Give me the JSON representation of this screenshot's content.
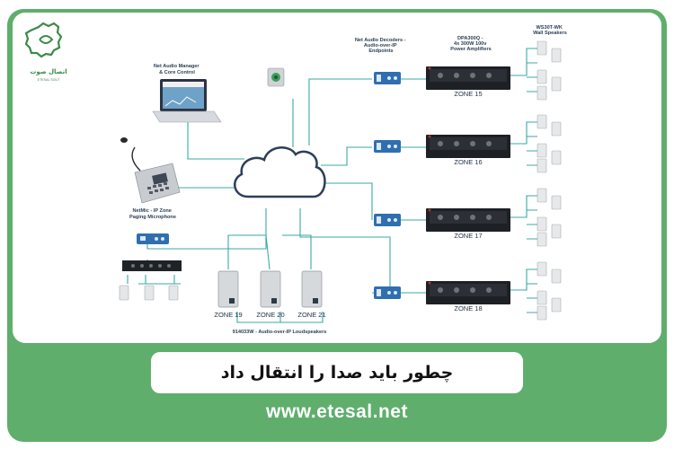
{
  "brand": {
    "logo_text_fa": "اتصال صوت",
    "logo_text_en": "ETESAL SOUT",
    "accent_color": "#5fae6c"
  },
  "diagram": {
    "label_audio_manager": [
      "Net Audio Manager",
      "& Core Control"
    ],
    "label_decoders": [
      "Net Audio Decoders -",
      "Audio-over-IP",
      "Endpoints"
    ],
    "label_amplifiers": [
      "DPA300Q -",
      "4x 300W 100v",
      "Power Amplifiers"
    ],
    "label_wall_speakers": [
      "WS30T-WK",
      "Wall Speakers"
    ],
    "label_netmic": [
      "NetMic - IP Zone",
      "Paging Microphone"
    ],
    "label_loudspeakers": "914033W - Audio-over-IP Loudspeakers",
    "amp_zones": [
      "ZONE 15",
      "ZONE 16",
      "ZONE 17",
      "ZONE 18"
    ],
    "speaker_zones": [
      "ZONE 19",
      "ZONE 20",
      "ZONE 21"
    ],
    "line_color": "#3aa9a3"
  },
  "title": "چطور باید صدا را انتقال داد",
  "website": "www.etesal.net"
}
